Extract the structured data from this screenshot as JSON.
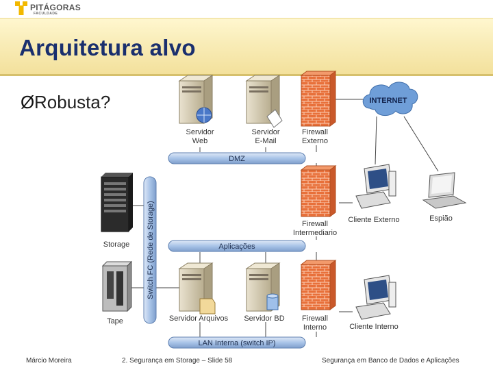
{
  "header": {
    "logo_name": "PITÁGORAS",
    "logo_sub": "FACULDADE"
  },
  "slide": {
    "title": "Arquitetura alvo",
    "bullet": "Robusta?",
    "bullet_symbol": "Ø"
  },
  "diagram": {
    "labels": {
      "servidor_web": [
        "Servidor",
        "Web"
      ],
      "servidor_email": [
        "Servidor",
        "E-Mail"
      ],
      "firewall_externo": [
        "Firewall",
        "Externo"
      ],
      "internet": "INTERNET",
      "dmz": "DMZ",
      "firewall_intermediario": [
        "Firewall",
        "Intermediario"
      ],
      "cliente_externo": "Cliente Externo",
      "espiao": "Espião",
      "storage": "Storage",
      "switch_fc": "Switch FC (Rede de Storage)",
      "aplicacoes": "Aplicações",
      "tape": "Tape",
      "servidor_arquivos": "Servidor Arquivos",
      "servidor_bd": "Servidor BD",
      "firewall_interno": [
        "Firewall",
        "Interno"
      ],
      "cliente_interno": "Cliente Interno",
      "lan_interna": "LAN Interna (switch IP)"
    }
  },
  "footer": {
    "author": "Márcio Moreira",
    "course": "2. Segurança em Storage – Slide 58",
    "subject": "Segurança em Banco de Dados e Aplicações"
  },
  "colors": {
    "title": "#1a2f6e",
    "band": "#f7e8a8",
    "firewall": "#e8703a",
    "bus": "#a9c4e8"
  }
}
